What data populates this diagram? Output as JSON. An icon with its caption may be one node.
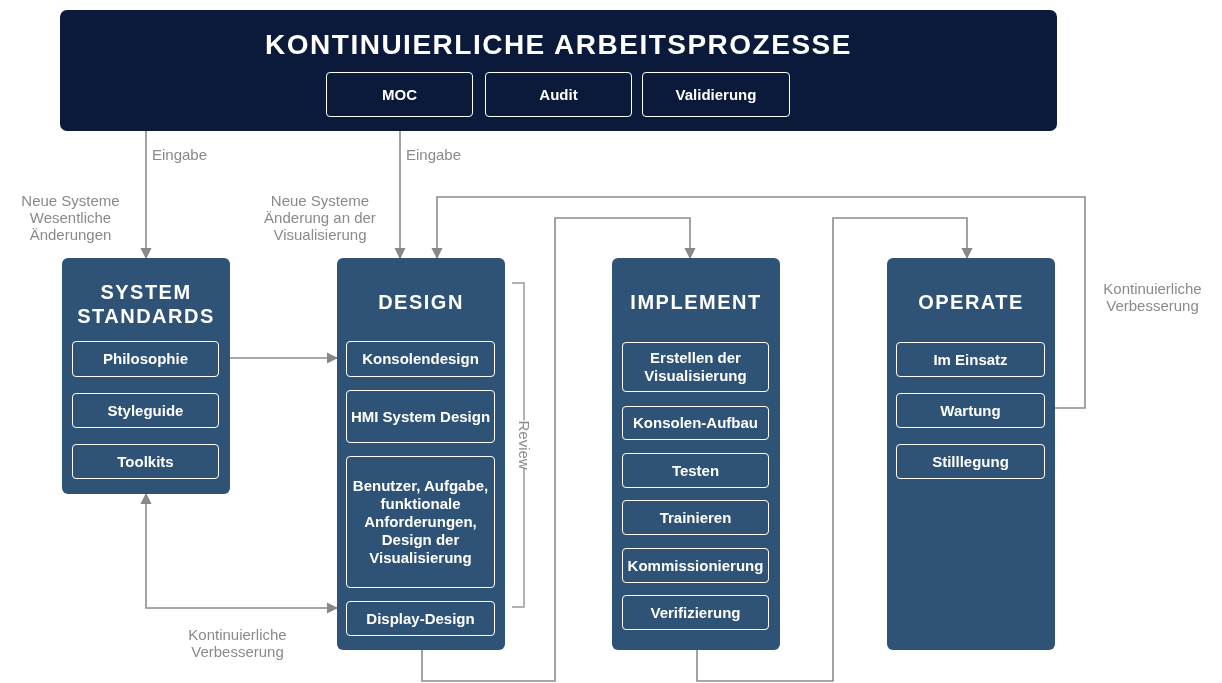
{
  "diagram": {
    "nodes": [
      {
        "text": [
          "KONTINUIERLICHE ARBEITSPROZESSE"
        ]
      },
      {
        "text": [
          "MOC"
        ],
        "in": 0
      },
      {
        "text": [
          "Audit"
        ],
        "in": 0
      },
      {
        "text": [
          "Validierung"
        ],
        "in": 0
      },
      {
        "text": [
          "SYSTEM STANDARDS"
        ]
      },
      {
        "text": [
          "Philosophie"
        ],
        "in": 4
      },
      {
        "text": [
          "Styleguide"
        ],
        "in": 4
      },
      {
        "text": [
          "Toolkits"
        ],
        "in": 4
      },
      {
        "text": [
          "DESIGN"
        ],
        "beside": [
          "Review"
        ]
      },
      {
        "text": [
          "Konsolendesign"
        ],
        "in": 8
      },
      {
        "text": [
          "HMI System Design"
        ],
        "in": 8
      },
      {
        "text": [
          "Benutzer, Aufgabe, funktionale Anforderungen, Design der Visualisierung"
        ],
        "in": 8
      },
      {
        "text": [
          "Display-Design"
        ],
        "in": 8
      },
      {
        "text": [
          "IMPLEMENT"
        ]
      },
      {
        "text": [
          "Erstellen der Visualisierung"
        ],
        "in": 13
      },
      {
        "text": [
          "Konsolen-Aufbau"
        ],
        "in": 13
      },
      {
        "text": [
          "Testen"
        ],
        "in": 13
      },
      {
        "text": [
          "Trainieren"
        ],
        "in": 13
      },
      {
        "text": [
          "Kommissionierung"
        ],
        "in": 13
      },
      {
        "text": [
          "Verifizierung"
        ],
        "in": 13
      },
      {
        "text": [
          "OPERATE"
        ]
      },
      {
        "text": [
          "Im Einsatz"
        ],
        "in": 20
      },
      {
        "text": [
          "Wartung"
        ],
        "in": 20
      },
      {
        "text": [
          "Stilllegung"
        ],
        "in": 20
      }
    ],
    "edges": [
      {
        "from": 0,
        "to": 4,
        "arrow": "to",
        "label": "Eingabe"
      },
      {
        "from": 0,
        "to": 8,
        "arrow": "to",
        "label": "Eingabe"
      },
      {
        "from": 4,
        "to": 8,
        "arrow": "to"
      },
      {
        "from": 4,
        "to": 8,
        "arrow": "both",
        "label": "Kontinuierliche Verbesserung"
      },
      {
        "from": 8,
        "to": 13,
        "arrow": "to"
      },
      {
        "from": 13,
        "to": 20,
        "arrow": "to"
      },
      {
        "from": 20,
        "to": 8,
        "arrow": "to",
        "label": "Kontinuierliche Verbesserung"
      }
    ],
    "labels": [
      "Neue Systeme Wesentliche Änderungen",
      "Neue Systeme Änderung an der Visualisierung"
    ]
  }
}
